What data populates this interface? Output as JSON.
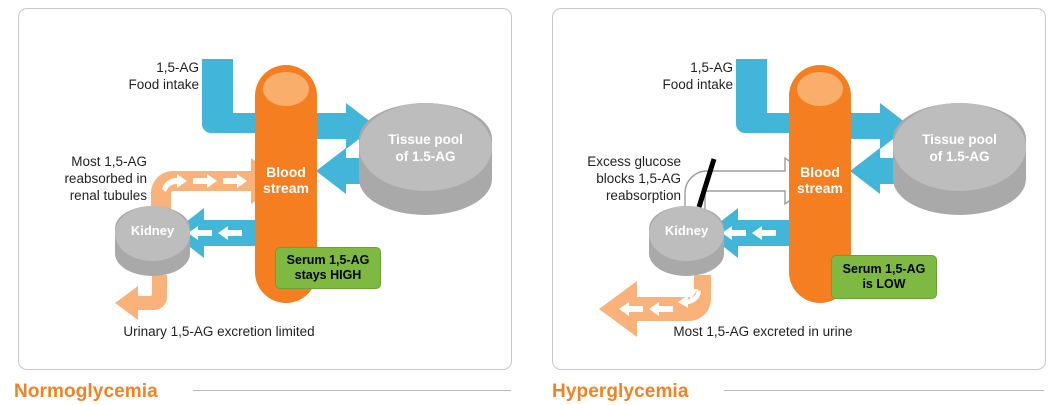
{
  "figure": {
    "type": "two-panel physiological flow diagram",
    "colors": {
      "bloodstream_orange": "#F57E20",
      "bloodstream_top_orange": "#F9AE6C",
      "blue_arrow": "#41B6D9",
      "peach_arrow": "#F9B27A",
      "gray_disk": "#A9A9A9",
      "gray_disk_top": "#BDBDBD",
      "green_box": "#7EBA41",
      "title_orange": "#F58220",
      "panel_border": "#C9C9C9",
      "blocked_arrow_outline": "#9D9D9D",
      "body_text": "#231F20"
    }
  },
  "panels": [
    {
      "id": "normoglycemia",
      "title": "Normoglycemia",
      "nodes": {
        "bloodstream": "Blood\nstream",
        "tissue_pool": "Tissue pool\nof 1.5-AG",
        "kidney": "Kidney"
      },
      "labels": {
        "intake": "1,5-AG\nFood intake",
        "reabsorption": "Most 1,5-AG\nreabsorbed in\nrenal tubules",
        "excretion": "Urinary 1,5-AG excretion limited"
      },
      "callout": "Serum 1,5-AG\nstays HIGH",
      "arrows": [
        {
          "name": "food-intake-arrow",
          "color": "#41B6D9",
          "shape": "elbow-down-right",
          "style": "solid"
        },
        {
          "name": "bloodstream-to-tissue-arrow",
          "color": "#41B6D9",
          "shape": "block-right",
          "style": "solid"
        },
        {
          "name": "tissue-to-bloodstream-arrow",
          "color": "#41B6D9",
          "shape": "block-left",
          "style": "solid"
        },
        {
          "name": "bloodstream-to-kidney-arrow",
          "color": "#41B6D9",
          "shape": "block-left-chevrons",
          "style": "solid"
        },
        {
          "name": "kidney-reabsorption-arrow",
          "color": "#F9B27A",
          "shape": "curved-up-right-chevrons",
          "style": "solid"
        },
        {
          "name": "urinary-excretion-arrow",
          "color": "#F9B27A",
          "shape": "curved-down-left",
          "style": "solid"
        }
      ]
    },
    {
      "id": "hyperglycemia",
      "title": "Hyperglycemia",
      "nodes": {
        "bloodstream": "Blood\nstream",
        "tissue_pool": "Tissue pool\nof 1.5-AG",
        "kidney": "Kidney"
      },
      "labels": {
        "intake": "1,5-AG\nFood intake",
        "reabsorption": "Excess glucose\nblocks 1,5-AG\nreabsorption",
        "excretion": "Most 1,5-AG excreted in urine"
      },
      "callout": "Serum 1,5-AG\nis LOW",
      "arrows": [
        {
          "name": "food-intake-arrow",
          "color": "#41B6D9",
          "shape": "elbow-down-right",
          "style": "solid"
        },
        {
          "name": "bloodstream-to-tissue-arrow",
          "color": "#41B6D9",
          "shape": "block-right",
          "style": "solid"
        },
        {
          "name": "tissue-to-bloodstream-arrow",
          "color": "#41B6D9",
          "shape": "block-left",
          "style": "solid"
        },
        {
          "name": "bloodstream-to-kidney-arrow",
          "color": "#41B6D9",
          "shape": "block-left-chevrons",
          "style": "solid"
        },
        {
          "name": "blocked-reabsorption-arrow",
          "color": "#FFFFFF",
          "shape": "curved-up-right-outline",
          "style": "outline-blocked"
        },
        {
          "name": "reabsorption-block-slash",
          "color": "#000000",
          "shape": "diagonal-slash",
          "style": "solid"
        },
        {
          "name": "urinary-excretion-arrow",
          "color": "#F9B27A",
          "shape": "curved-down-left-chevrons",
          "style": "solid"
        }
      ]
    }
  ]
}
